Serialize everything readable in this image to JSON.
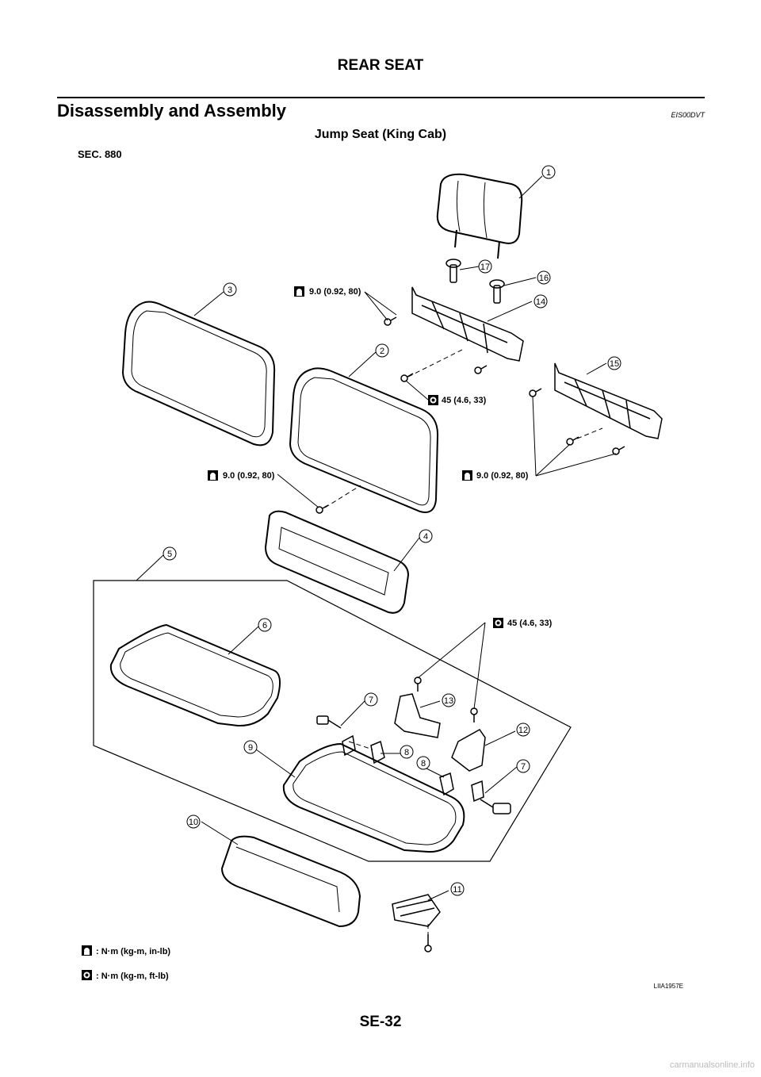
{
  "header": "REAR SEAT",
  "section_title": "Disassembly and Assembly",
  "section_code": "EIS00DVT",
  "subtitle": "Jump Seat (King Cab)",
  "diagram": {
    "sec_label": "SEC. 880",
    "callouts": [
      "1",
      "2",
      "3",
      "4",
      "5",
      "6",
      "7",
      "7",
      "8",
      "8",
      "9",
      "10",
      "11",
      "12",
      "13",
      "14",
      "15",
      "16",
      "17"
    ],
    "torques": {
      "t_upper_left": "9.0 (0.92, 80)",
      "t_mid_45": "45 (4.6, 33)",
      "t_left_90": "9.0 (0.92, 80)",
      "t_right_90": "9.0 (0.92, 80)",
      "t_lower_45": "45 (4.6, 33)"
    },
    "legend": [
      {
        "icon": "torque-wrench-inlb-icon",
        "text": ": N·m (kg-m, in-lb)"
      },
      {
        "icon": "torque-wrench-ftlb-icon",
        "text": ": N·m (kg-m, ft-lb)"
      }
    ],
    "figure_id": "LIIA1957E"
  },
  "footer": "SE-32",
  "watermark": "carmanualsonline.info"
}
